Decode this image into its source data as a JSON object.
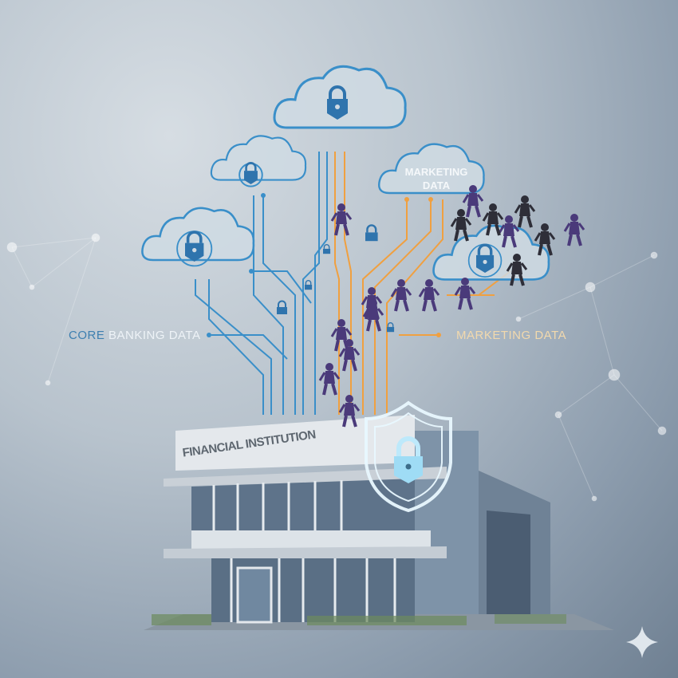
{
  "labels": {
    "core_prefix": "CORE",
    "core_rest": " BANKING DATA",
    "marketing": "MARKETING DATA",
    "cloud_marketing_line1": "MARKETING",
    "cloud_marketing_line2": "DATA",
    "building_sign": "FINANCIAL INSTITUTION"
  },
  "icons": [
    "cloud-lock-icon",
    "padlock-icon",
    "shield-lock-icon",
    "sparkle-icon"
  ],
  "colors": {
    "core_accent": "#3d7fb0",
    "cloud_stroke": "#3a8fc9",
    "marketing_line": "#f0a040",
    "shield_glow": "#cfefff",
    "intruder": "#4a3a7a"
  }
}
